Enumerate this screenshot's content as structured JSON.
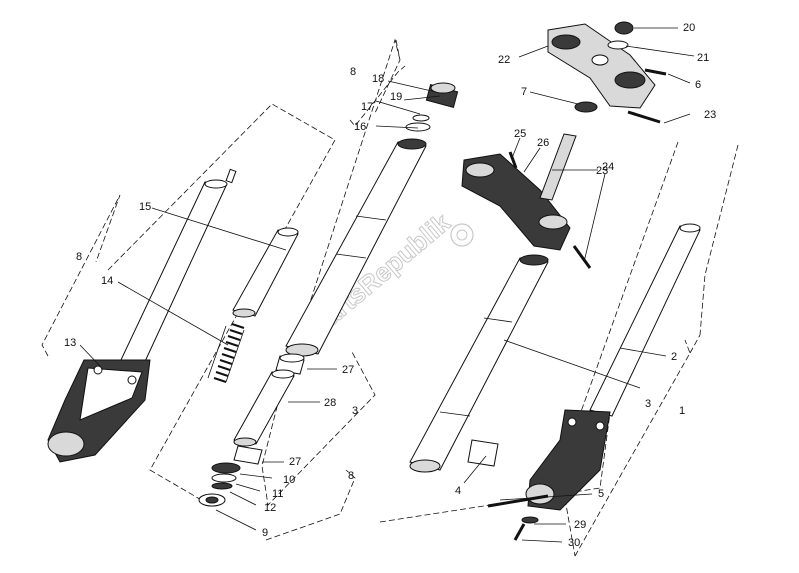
{
  "watermark": "PartsRepublik",
  "colors": {
    "ink": "#111111",
    "shade": "#3a3a3a",
    "light": "#d9d9d9",
    "watermark": "#c8c8c8"
  },
  "callouts": {
    "c1": "1",
    "c2": "2",
    "c3a": "3",
    "c3b": "3",
    "c4": "4",
    "c5": "5",
    "c6": "6",
    "c7": "7",
    "c8a": "8",
    "c8b": "8",
    "c8c": "8",
    "c9": "9",
    "c10": "10",
    "c11": "11",
    "c12": "12",
    "c13": "13",
    "c14": "14",
    "c15": "15",
    "c16": "16",
    "c17": "17",
    "c18": "18",
    "c19": "19",
    "c20": "20",
    "c21": "21",
    "c22": "22",
    "c23a": "23",
    "c23b": "23",
    "c24": "24",
    "c25": "25",
    "c26": "26",
    "c27a": "27",
    "c27b": "27",
    "c28": "28",
    "c29": "29",
    "c30": "30"
  }
}
